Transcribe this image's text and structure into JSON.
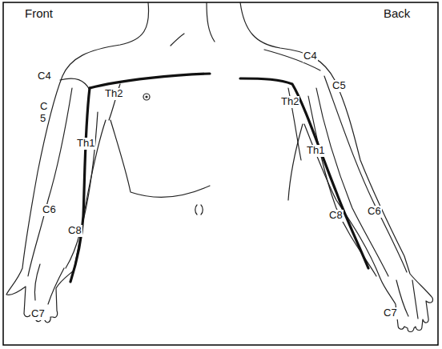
{
  "diagram": {
    "labels": [
      "Front",
      "Back",
      "C4",
      "C 5",
      "Th2",
      "Th1",
      "C6",
      "C8",
      "C7",
      "C4",
      "C5",
      "Th2",
      "Th1",
      "C8",
      "C6",
      "C7"
    ]
  }
}
